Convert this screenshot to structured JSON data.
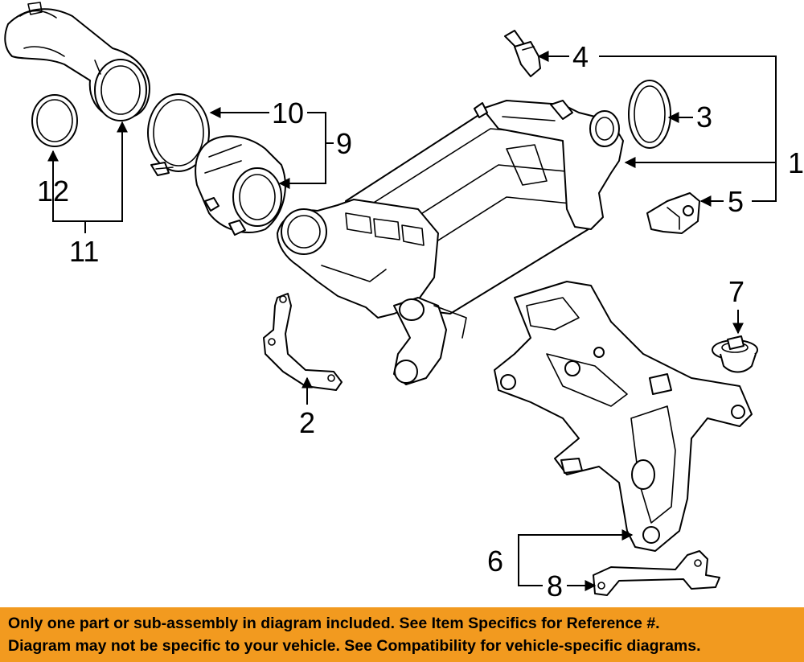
{
  "callouts": {
    "c1": "1",
    "c2": "2",
    "c3": "3",
    "c4": "4",
    "c5": "5",
    "c6": "6",
    "c7": "7",
    "c8": "8",
    "c9": "9",
    "c10": "10",
    "c11": "11",
    "c12": "12"
  },
  "banner": {
    "line1": "Only one part or sub-assembly in diagram included. See Item Specifics for Reference #.",
    "line2": "Diagram may not be specific to your vehicle. See Compatibility for vehicle-specific diagrams."
  },
  "colors": {
    "banner_bg": "#f29a1f",
    "line": "#000000",
    "background": "#ffffff"
  }
}
